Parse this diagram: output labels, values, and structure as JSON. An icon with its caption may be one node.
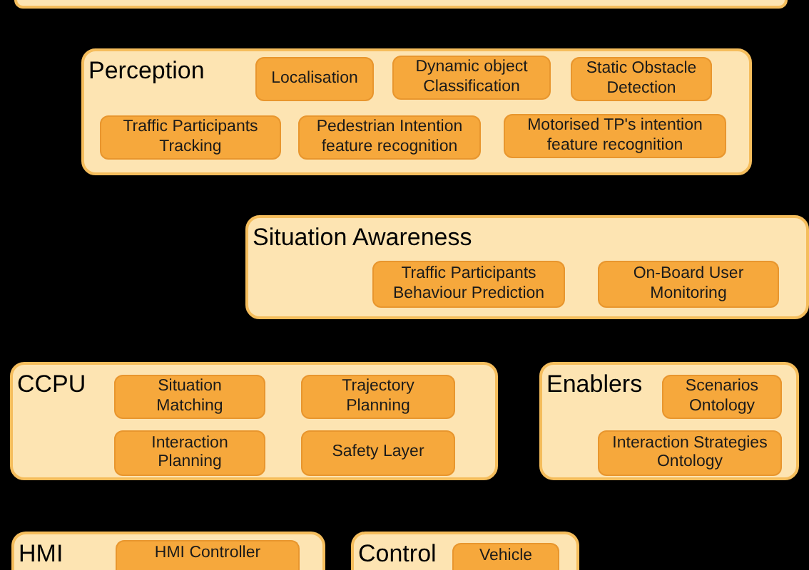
{
  "diagram": {
    "nodes": [
      {
        "text": [],
        "shape": "box"
      },
      {
        "text": [
          "Perception"
        ]
      },
      {
        "text": [
          "Localisation"
        ],
        "in": 1
      },
      {
        "text": [
          "Dynamic object Classification"
        ],
        "in": 1
      },
      {
        "text": [
          "Static Obstacle Detection"
        ],
        "in": 1
      },
      {
        "text": [
          "Traffic Participants Tracking"
        ],
        "in": 1
      },
      {
        "text": [
          "Pedestrian Intention feature recognition"
        ],
        "in": 1
      },
      {
        "text": [
          "Motorised TP's intention feature recognition"
        ],
        "in": 1
      },
      {
        "text": [
          "Situation Awareness"
        ]
      },
      {
        "text": [
          "Traffic Participants Behaviour Prediction"
        ],
        "in": 8
      },
      {
        "text": [
          "On-Board User Monitoring"
        ],
        "in": 8
      },
      {
        "text": [
          "CCPU"
        ]
      },
      {
        "text": [
          "Situation Matching"
        ],
        "in": 11
      },
      {
        "text": [
          "Trajectory Planning"
        ],
        "in": 11
      },
      {
        "text": [
          "Interaction Planning"
        ],
        "in": 11
      },
      {
        "text": [
          "Safety Layer"
        ],
        "in": 11
      },
      {
        "text": [
          "Enablers"
        ]
      },
      {
        "text": [
          "Scenarios Ontology"
        ],
        "in": 16
      },
      {
        "text": [
          "Interaction Strategies Ontology"
        ],
        "in": 16
      },
      {
        "text": [
          "HMI"
        ]
      },
      {
        "text": [
          "HMI Controller"
        ],
        "in": 19
      },
      {
        "text": [
          "Control"
        ]
      },
      {
        "text": [
          "Vehicle"
        ],
        "in": 21
      }
    ]
  }
}
